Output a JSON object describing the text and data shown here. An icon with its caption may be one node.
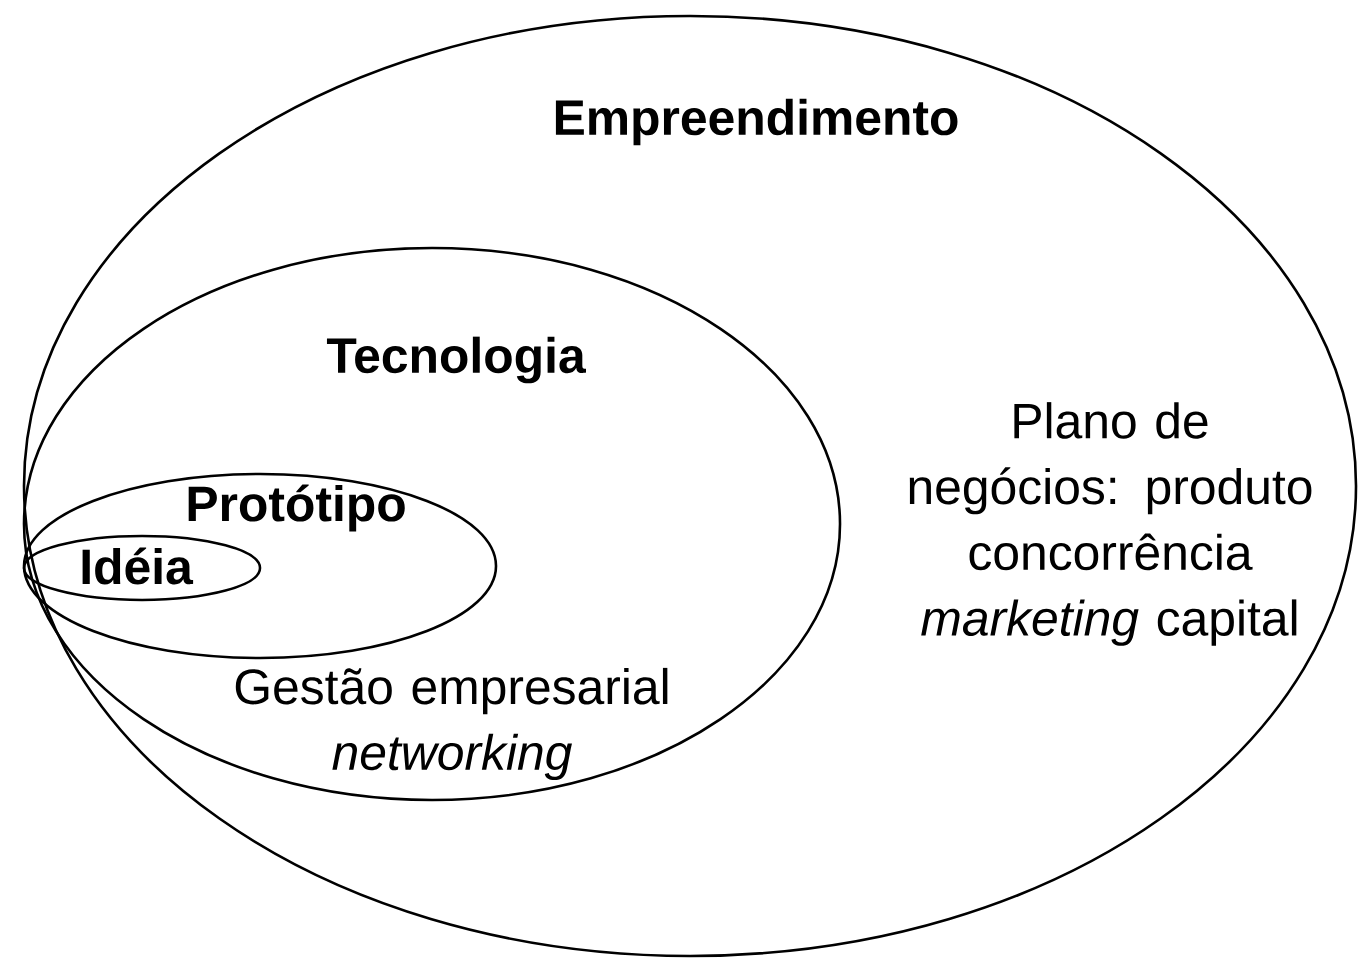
{
  "diagram": {
    "nodes": [
      {
        "text": [
          "Empreendimento",
          "Plano de negócios: produto concorrência *marketing* capital"
        ]
      },
      {
        "text": [
          "Tecnologia",
          "Gestão empresarial *networking*"
        ],
        "in": 0
      },
      {
        "text": [
          "Protótipo"
        ],
        "in": 1
      },
      {
        "text": [
          "Idéia"
        ],
        "in": 2
      }
    ]
  }
}
